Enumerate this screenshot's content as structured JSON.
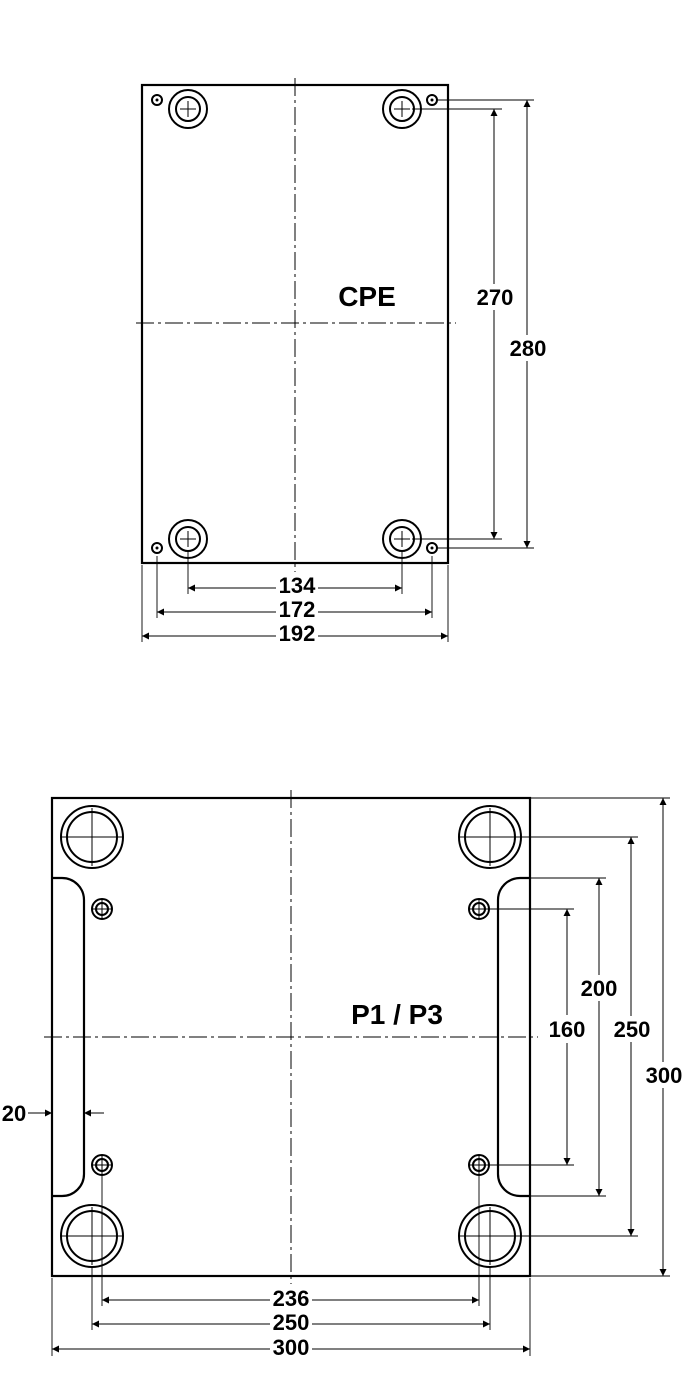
{
  "drawings": [
    {
      "id": "cpe",
      "title": "CPE",
      "dimensions": {
        "hole_spacing_horizontal": "134",
        "small_hole_spacing_horizontal": "172",
        "overall_width": "192",
        "hole_spacing_vertical": "270",
        "overall_height": "280"
      }
    },
    {
      "id": "p1p3",
      "title": "P1 / P3",
      "dimensions": {
        "side_recess_depth": "20",
        "small_hole_spacing_vertical": "160",
        "recess_length": "200",
        "hole_spacing_vertical": "250",
        "overall_height": "300",
        "small_hole_spacing_horizontal": "236",
        "hole_spacing_horizontal": "250",
        "overall_width": "300"
      }
    }
  ],
  "colors": {
    "line": "#000000",
    "background": "#ffffff"
  }
}
